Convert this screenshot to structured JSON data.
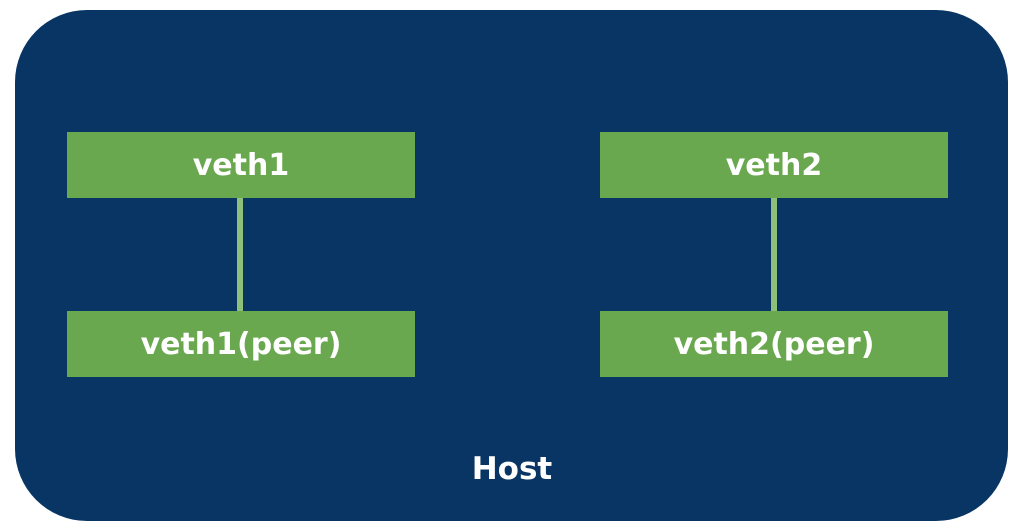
{
  "host": {
    "label": "Host"
  },
  "pairs": [
    {
      "top_label": "veth1",
      "bottom_label": "veth1(peer)"
    },
    {
      "top_label": "veth2",
      "bottom_label": "veth2(peer)"
    }
  ],
  "colors": {
    "host_background": "#083563",
    "box_fill": "#6aa84f",
    "link_line": "#8ec07a",
    "text": "#ffffff",
    "page_background": "#ffffff"
  }
}
